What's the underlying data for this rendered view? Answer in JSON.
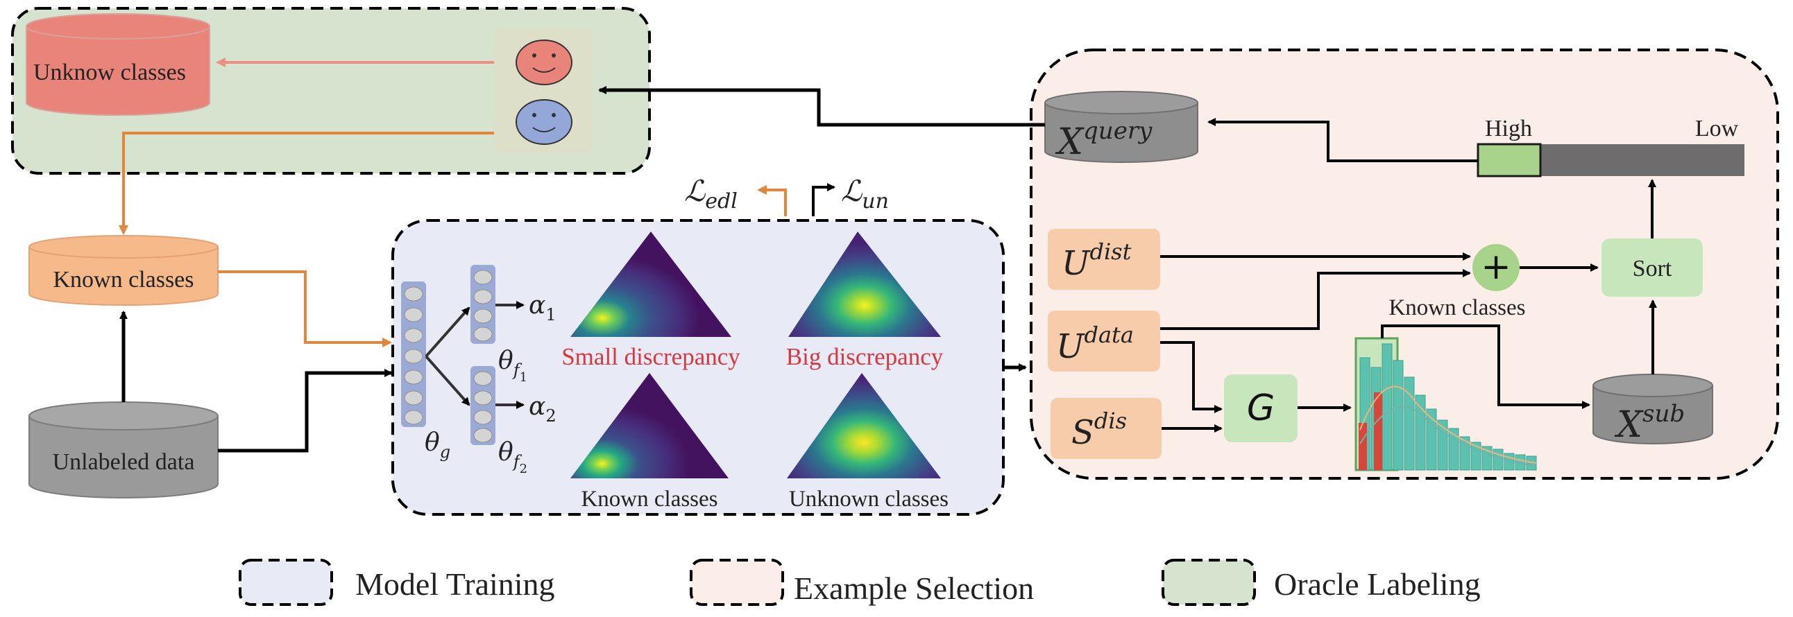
{
  "oracle": {
    "unknown_db": "Unknow classes",
    "known_db": "Known classes",
    "unlabeled_db": "Unlabeled data"
  },
  "training": {
    "loss_edl": "ℒ",
    "loss_edl_sub": "edl",
    "loss_un": "ℒ",
    "loss_un_sub": "un",
    "theta_g": "θ",
    "theta_g_sub": "g",
    "theta_f1": "θ",
    "theta_f1_sub": "f",
    "theta_f1_subsub": "1",
    "theta_f2": "θ",
    "theta_f2_sub": "f",
    "theta_f2_subsub": "2",
    "alpha1": "α",
    "alpha1_sub": "1",
    "alpha2": "α",
    "alpha2_sub": "2",
    "small_discrepancy": "Small discrepancy",
    "big_discrepancy": "Big discrepancy",
    "known_classes": "Known classes",
    "unknown_classes": "Unknown classes"
  },
  "selection": {
    "x_query": "X",
    "x_query_sup": "query",
    "x_sub": "X",
    "x_sub_sup": "sub",
    "u_dist": "U",
    "u_dist_sup": "dist",
    "u_data": "U",
    "u_data_sup": "data",
    "s_dis": "S",
    "s_dis_sup": "dis",
    "g_box": "G",
    "plus": "+",
    "sort": "Sort",
    "high": "High",
    "low": "Low",
    "known_classes_hist": "Known classes"
  },
  "legend": {
    "model_training": "Model Training",
    "example_selection": "Example Selection",
    "oracle_labeling": "Oracle Labeling"
  },
  "colors": {
    "oracle_bg": "#d5e3cf",
    "training_bg": "#e8ebf6",
    "selection_bg": "#fbeee8",
    "unknown_db": "#e8847a",
    "known_db": "#f5b98a",
    "unlabeled_db": "#9a9a9a",
    "query_db": "#8e8e8e",
    "orange_arrow": "#e0873d",
    "salmon_arrow": "#ec8f84",
    "box_peach": "#f7ccaa",
    "box_green": "#c8e6bc",
    "red_text": "#d9363e",
    "bar_dark": "#6e6c6c",
    "high_green": "#a7d48a"
  }
}
